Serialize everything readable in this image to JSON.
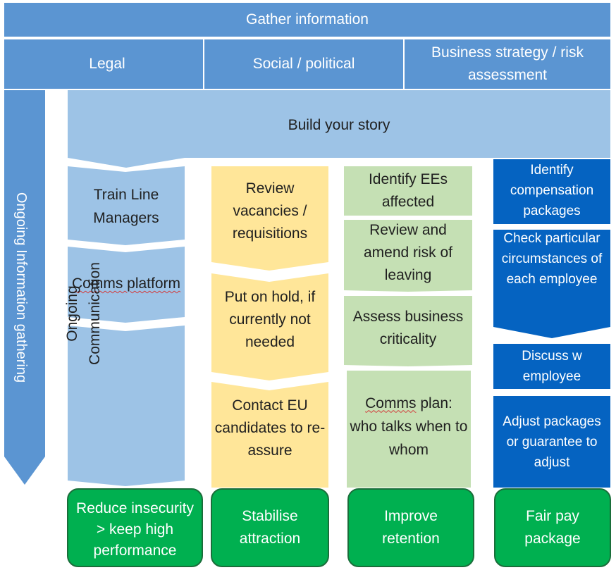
{
  "header": {
    "title": "Gather information",
    "columns": [
      "Legal",
      "Social / political",
      "Business strategy / risk assessment"
    ]
  },
  "side": {
    "label": "Ongoing Information gathering"
  },
  "story": {
    "label": "Build your story"
  },
  "col1": {
    "items": [
      "Train Line Managers",
      "Comms platform",
      "Ongoing Communication"
    ]
  },
  "col2": {
    "items": [
      "Review vacancies / requisitions",
      "Put on hold, if currently not needed",
      "Contact EU candidates to re-assure"
    ]
  },
  "col3": {
    "items": [
      "Identify EEs affected",
      "Review and amend risk of leaving",
      "Assess business criticality",
      "Comms plan: who talks when to whom"
    ],
    "comms_prefix": "Comms",
    "comms_rest": " plan:"
  },
  "col4": {
    "items": [
      "Identify compensation packages",
      "Check particular circumstances of each employee",
      "Discuss w employee",
      "Adjust packages or guarantee to adjust"
    ]
  },
  "outcomes": [
    "Reduce insecurity > keep high performance",
    "Stabilise attraction",
    "Improve retention",
    "Fair pay package"
  ],
  "colors": {
    "header": "#5b95d2",
    "light_blue": "#9dc3e6",
    "yellow": "#ffe699",
    "green_light": "#c5e0b4",
    "dark_blue": "#0563c1",
    "green": "#00b050"
  }
}
